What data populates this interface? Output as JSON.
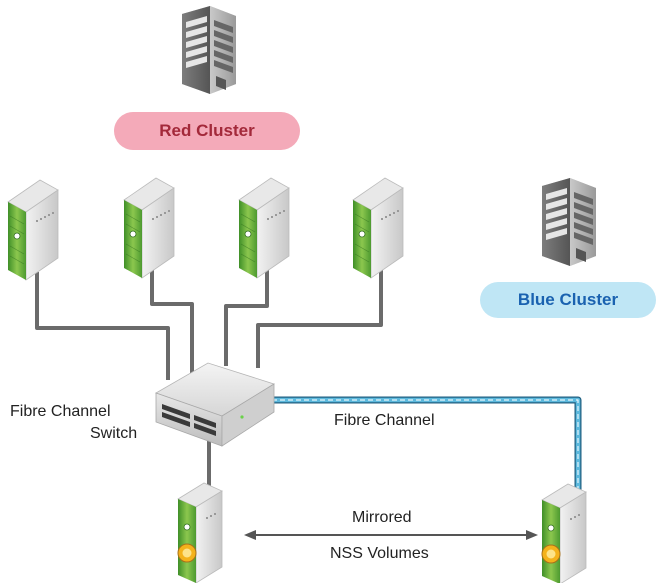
{
  "clusters": {
    "red_label": "Red Cluster",
    "blue_label": "Blue Cluster"
  },
  "switch": {
    "label_line1": "Fibre Channel",
    "label_line2": "Switch"
  },
  "links": {
    "fibre_label": "Fibre Channel",
    "mirror_line1": "Mirrored",
    "mirror_line2": "NSS Volumes"
  },
  "icons": {
    "cluster": "office-building-icon",
    "server": "tower-server-icon",
    "storage": "storage-server-icon",
    "switch": "network-switch-icon"
  },
  "colors": {
    "red_pill": "#f4aab9",
    "red_text": "#a3293a",
    "blue_pill": "#bfe6f5",
    "blue_text": "#1a62b0",
    "cable": "#6b6b6b",
    "fibre": "#5cb8dc",
    "server_green": "#6fb23a"
  }
}
